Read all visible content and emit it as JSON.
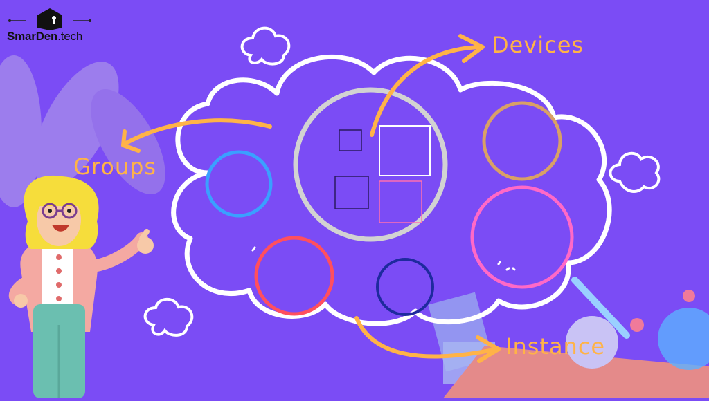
{
  "logo": {
    "name": "SmarDen",
    "suffix": ".tech"
  },
  "labels": {
    "devices": "Devices",
    "groups": "Groups",
    "instance": "Instance"
  },
  "colors": {
    "background": "#7b4cf5",
    "accent": "#ffb347",
    "cloud": "#ffffff",
    "circle_blue": "#3aa0ff",
    "circle_tan": "#d9a066",
    "circle_pink": "#ff69c7",
    "circle_red": "#ff4f5e",
    "circle_navy": "#1e2a9e",
    "center_ring": "#cfcfcf"
  }
}
